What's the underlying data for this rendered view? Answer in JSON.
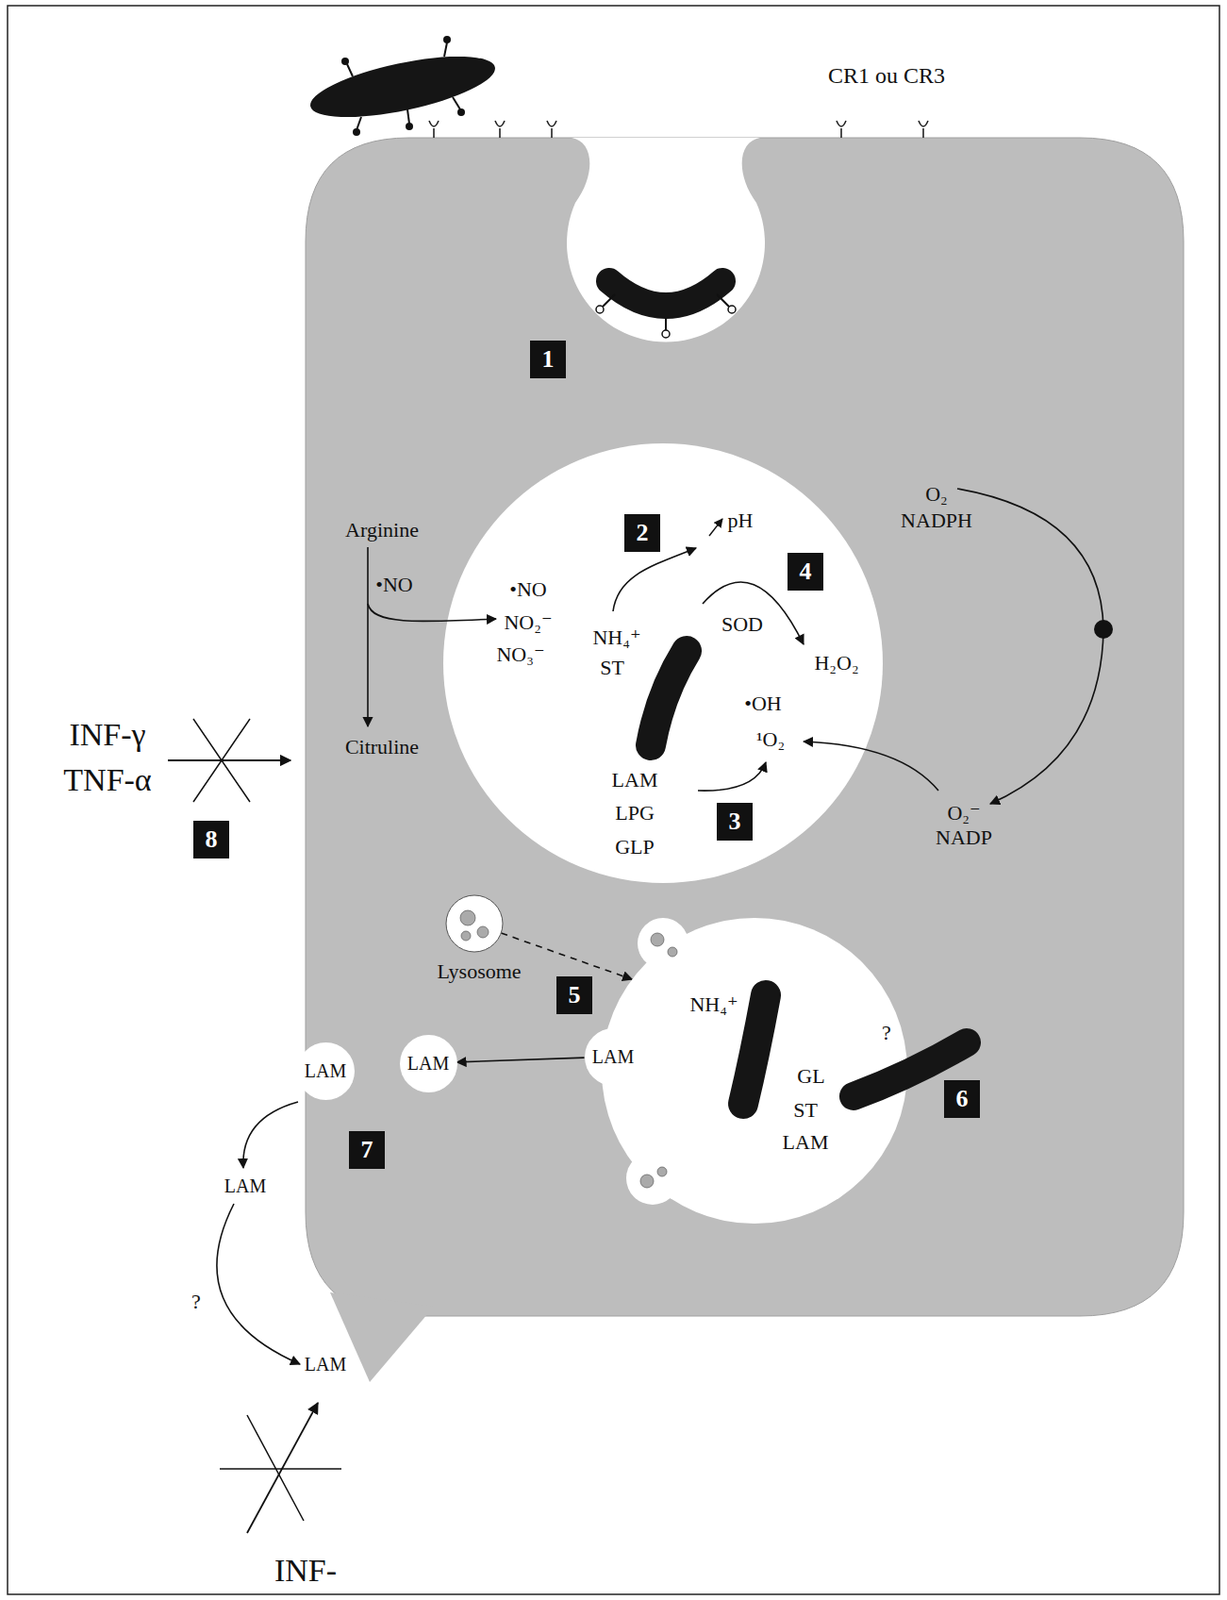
{
  "diagram": {
    "nodes": [
      {
        "text": [
          "•NO",
          "NO₂⁻",
          "NO₃⁻",
          "NH₄⁺",
          "ST",
          "pH",
          "SOD",
          "H₂O₂",
          "•OH",
          "¹O₂",
          "LAM",
          "LPG",
          "GLP"
        ]
      },
      {
        "text": [
          "NH₄⁺",
          "GL",
          "ST",
          "LAM",
          "?"
        ]
      },
      {
        "text": [
          "Lysosome"
        ]
      },
      {
        "text": [
          "LAM"
        ]
      },
      {
        "text": [
          "LAM"
        ]
      },
      {
        "text": [
          "LAM"
        ]
      }
    ],
    "edges": [
      {
        "from": 2,
        "to": 1,
        "arrow": "to"
      },
      {
        "from": 3,
        "to": 4,
        "arrow": "to"
      }
    ],
    "labels": [
      "CR1 ou CR3",
      "1",
      "Arginine",
      "•NO",
      "2",
      "4",
      "O₂",
      "NADPH",
      "INF-γ",
      "TNF-α",
      "8",
      "Citruline",
      "3",
      "O₂⁻",
      "NADP",
      "5",
      "6",
      "7",
      "LAM",
      "?",
      "LAM",
      "INF-"
    ]
  }
}
